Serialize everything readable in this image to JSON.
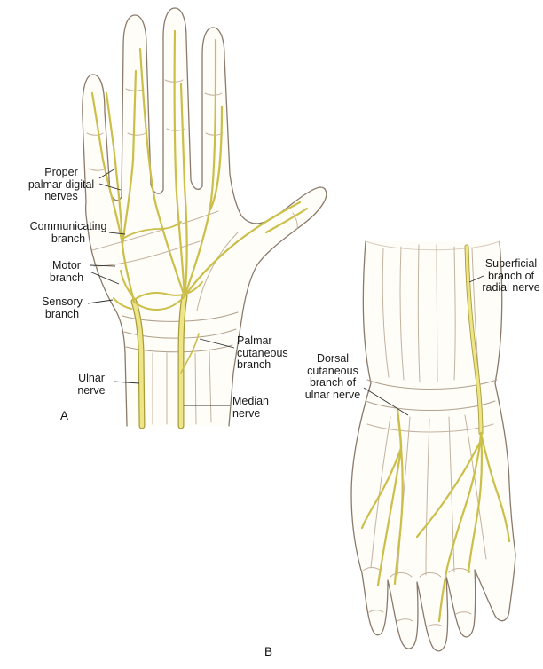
{
  "figure": {
    "panel_a_letter": "A",
    "panel_b_letter": "B",
    "labels": {
      "proper_palmar_digital_nerves": "Proper\npalmar digital\nnerves",
      "communicating_branch": "Communicating\nbranch",
      "motor_branch": "Motor\nbranch",
      "sensory_branch": "Sensory\nbranch",
      "ulnar_nerve": "Ulnar\nnerve",
      "palmar_cutaneous_branch": "Palmar\ncutaneous\nbranch",
      "median_nerve": "Median\nnerve",
      "dorsal_cutaneous_branch_of_ulnar_nerve": "Dorsal\ncutaneous\nbranch of\nulnar nerve",
      "superficial_branch_of_radial_nerve": "Superficial\nbranch of\nradial nerve"
    },
    "colors": {
      "nerve_yellow": "#ede586",
      "nerve_outline": "#a99d3b",
      "nerve_branch": "#cbbf49",
      "outline": "#8a7a6b",
      "label_text": "#1a1a1a"
    }
  }
}
